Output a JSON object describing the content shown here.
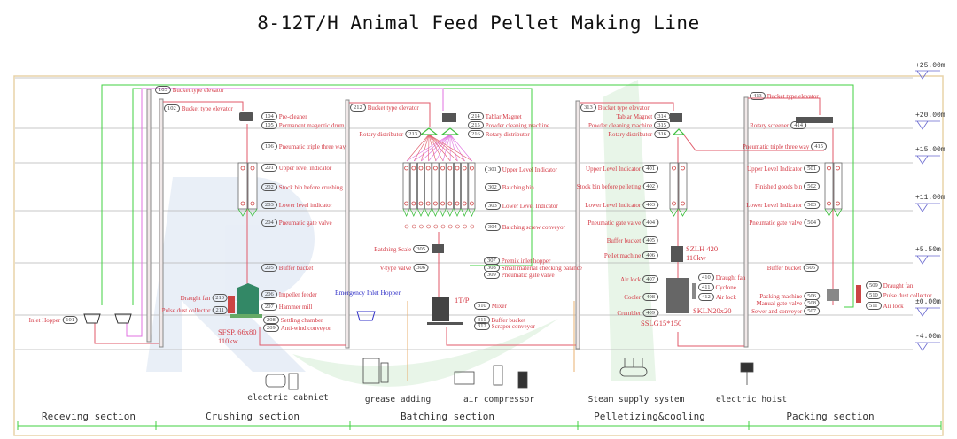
{
  "title": "8-12T/H Animal Feed Pellet Making Line",
  "colors": {
    "label": "#d43a45",
    "pipe": "#e05a6a",
    "green_line": "#40d040",
    "pink_line": "#e070e0",
    "blue_label": "#3030c8",
    "grid": "#b0b0b0"
  },
  "levels": [
    "+25.00m",
    "+20.00m",
    "+15.00m",
    "+11.00m",
    "+5.50m",
    "±0.00m",
    "-4.00m"
  ],
  "labels": [
    {
      "num": "103",
      "text": "Bucket type elevator"
    },
    {
      "num": "102",
      "text": "Bucket type elevator"
    },
    {
      "num": "104",
      "text": "Pre-cleaner"
    },
    {
      "num": "105",
      "text": "Permanent magentic drum"
    },
    {
      "num": "106",
      "text": "Pneumatic triple three way"
    },
    {
      "num": "201",
      "text": "Upper level indicator"
    },
    {
      "num": "202",
      "text": "Stock bin before crushing"
    },
    {
      "num": "203",
      "text": "Lower level indicator"
    },
    {
      "num": "204",
      "text": "Pneumatic gate valve"
    },
    {
      "num": "205",
      "text": "Buffer bucket"
    },
    {
      "num": "206",
      "text": "Impeller feeder"
    },
    {
      "num": "207",
      "text": "Hammer mill"
    },
    {
      "num": "208",
      "text": "Settling chamber"
    },
    {
      "num": "209",
      "text": "Anti-wind conveyor"
    },
    {
      "num": "210",
      "text": "Draught fan"
    },
    {
      "num": "211",
      "text": "Pulse dust collector"
    },
    {
      "num": "101",
      "text": "Inlet Hopper"
    },
    {
      "num": "212",
      "text": "Bucket type elevator"
    },
    {
      "num": "214",
      "text": "Tablar Magnet"
    },
    {
      "num": "215",
      "text": "Powder cleaning machine"
    },
    {
      "num": "216",
      "text": "Rotary distributor"
    },
    {
      "num": "213",
      "text": "Rotary distributor"
    },
    {
      "num": "301",
      "text": "Upper Level Indicator"
    },
    {
      "num": "302",
      "text": "Batching bin"
    },
    {
      "num": "303",
      "text": "Lower Level Indicator"
    },
    {
      "num": "304",
      "text": "Batching screw conveyor"
    },
    {
      "num": "305",
      "text": "Batching Scale"
    },
    {
      "num": "306",
      "text": "V-type valve"
    },
    {
      "num": "307",
      "text": "Premix inlet hopper"
    },
    {
      "num": "308",
      "text": "Small material checking balance"
    },
    {
      "num": "309",
      "text": "Pneumatic gate valve"
    },
    {
      "num": "310",
      "text": "Mixer"
    },
    {
      "num": "311",
      "text": "Buffer bucket"
    },
    {
      "num": "312",
      "text": "Scraper conveyor"
    },
    {
      "num": "313",
      "text": "Bucket type elevator"
    },
    {
      "num": "314",
      "text": "Tablar Magnet"
    },
    {
      "num": "315",
      "text": "Powder cleaning machine"
    },
    {
      "num": "316",
      "text": "Rotary distributor"
    },
    {
      "num": "401",
      "text": "Upper Level Indicator"
    },
    {
      "num": "402",
      "text": "Stock bin before pelleting"
    },
    {
      "num": "403",
      "text": "Lower Level Indicator"
    },
    {
      "num": "404",
      "text": "Pneumatic gate valve"
    },
    {
      "num": "405",
      "text": "Buffer bucket"
    },
    {
      "num": "406",
      "text": "Pellet machine"
    },
    {
      "num": "407",
      "text": "Air lock"
    },
    {
      "num": "408",
      "text": "Cooler"
    },
    {
      "num": "409",
      "text": "Crumbler"
    },
    {
      "num": "410",
      "text": "Draught fan"
    },
    {
      "num": "411",
      "text": "Cyclone"
    },
    {
      "num": "412",
      "text": "Air lock"
    },
    {
      "num": "413",
      "text": "Bucket type elevator"
    },
    {
      "num": "414",
      "text": "Rotary screener"
    },
    {
      "num": "415",
      "text": "Pneumatic triple three way"
    },
    {
      "num": "501",
      "text": "Upper Level Indicator"
    },
    {
      "num": "502",
      "text": "Finished goods bin"
    },
    {
      "num": "503",
      "text": "Lower Level Indicator"
    },
    {
      "num": "504",
      "text": "Pneumatic gate valve"
    },
    {
      "num": "505",
      "text": "Buffer bucket"
    },
    {
      "num": "506",
      "text": "Packing machine"
    },
    {
      "num": "508",
      "text": "Manual gate valve"
    },
    {
      "num": "507",
      "text": "Sewer and conveyor"
    },
    {
      "num": "509",
      "text": "Draught fan"
    },
    {
      "num": "510",
      "text": "Pulse dust collector"
    },
    {
      "num": "511",
      "text": "Air lock"
    }
  ],
  "specs": {
    "hammer_mill": [
      "SFSP. 66x80",
      "110kw"
    ],
    "pellet_machine": [
      "SZLH 420",
      "110kw"
    ],
    "cyclone": "SKLN20x20",
    "cooler": "SSLG15*150",
    "mixer_capacity": "1T/P",
    "emergency_hopper": "Emergency Inlet Hopper"
  },
  "auxiliary": [
    "electric cabniet",
    "grease adding",
    "air compressor",
    "Steam supply system",
    "electric hoist"
  ],
  "sections": [
    "Receving section",
    "Crushing section",
    "Batching section",
    "Pelletizing&cooling",
    "Packing section"
  ]
}
